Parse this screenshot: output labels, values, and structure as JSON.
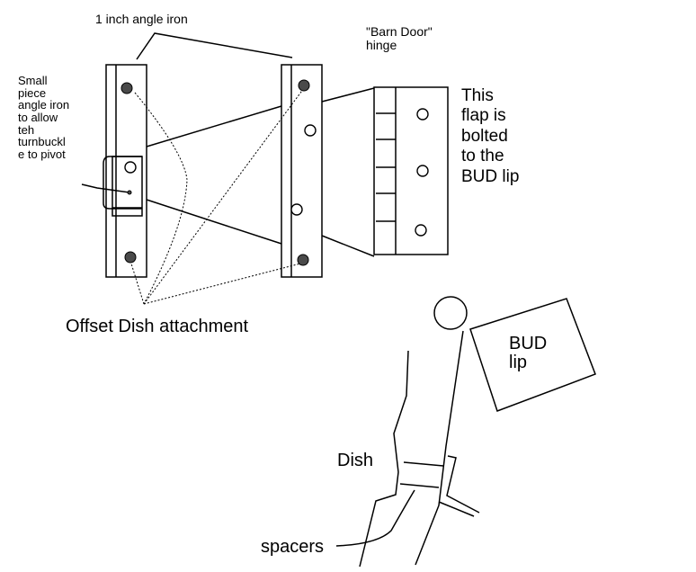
{
  "labels": {
    "angle_iron": "1 inch angle iron",
    "hinge": "\"Barn Door\"\n  hinge",
    "small_piece": "Small\npiece\nangle iron\nto allow\nteh\nturnbuckl\ne to pivot",
    "flap": "This\nflap is\nbolted\nto the\nBUD lip",
    "offset": "Offset  Dish attachment",
    "bud_lip": "BUD\n  lip",
    "dish": "Dish",
    "spacers": "spacers"
  },
  "colors": {
    "ink": "#000000",
    "background": "#ffffff",
    "bolt_fill": "#4a4a4a"
  }
}
